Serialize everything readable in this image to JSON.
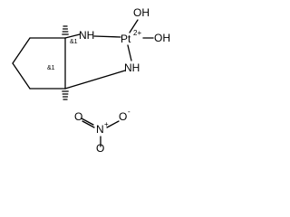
{
  "molecule": {
    "atoms": {
      "nh_upper": "NH",
      "nh_lower": "NH",
      "pt": "Pt",
      "pt_charge": "2+",
      "oh_top": "OH",
      "oh_right": "OH",
      "n_nitrate": "N",
      "n_charge": "+",
      "o_left": "O",
      "o_right": "O",
      "o_right_charge": "-",
      "o_bottom": "O"
    },
    "stereo_labels": {
      "upper": "&1",
      "lower": "&1"
    }
  },
  "colors": {
    "ink": "#000000",
    "background": "#ffffff"
  }
}
